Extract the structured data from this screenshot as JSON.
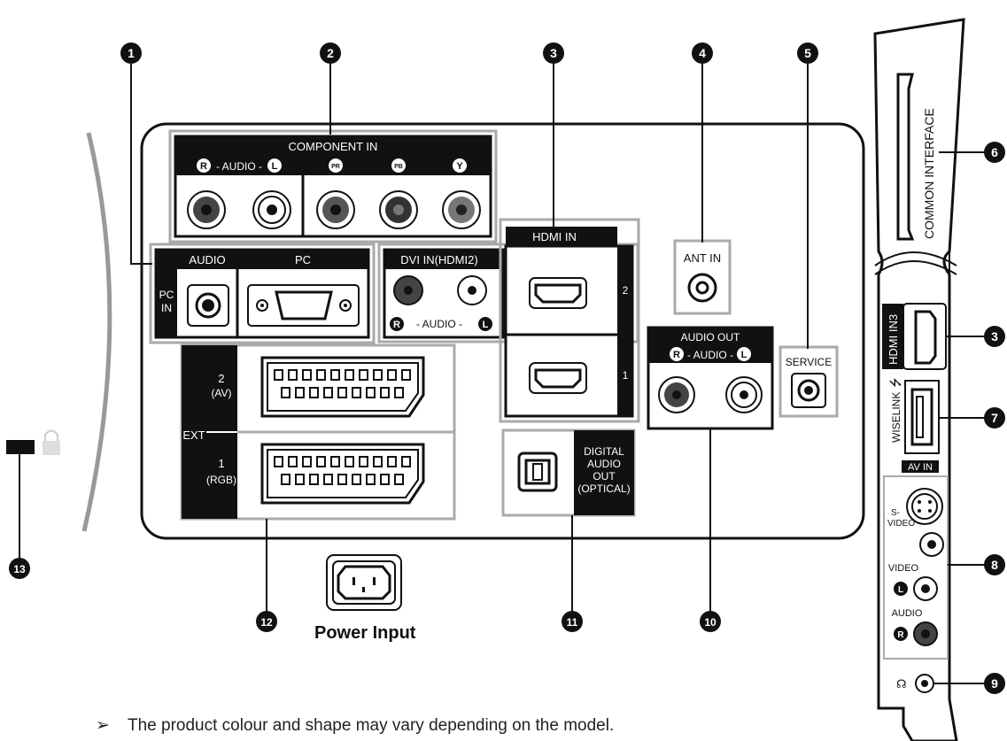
{
  "callouts": [
    "1",
    "2",
    "3",
    "4",
    "5",
    "6",
    "3",
    "7",
    "8",
    "9",
    "10",
    "11",
    "12",
    "13"
  ],
  "component_in": {
    "title": "COMPONENT IN",
    "audio_label": "- AUDIO -",
    "r": "R",
    "l": "L",
    "pr": "PR",
    "pb": "PB",
    "y": "Y"
  },
  "pc_in": {
    "side_label_1": "PC",
    "side_label_2": "IN",
    "audio": "AUDIO",
    "pc": "PC"
  },
  "dvi_in": {
    "title": "DVI IN(HDMI2)",
    "audio_label": "- AUDIO -",
    "r": "R",
    "l": "L"
  },
  "hdmi_in": {
    "title": "HDMI IN",
    "port_2": "2",
    "port_1": "1"
  },
  "ant_in": {
    "label": "ANT IN"
  },
  "service": {
    "label": "SERVICE"
  },
  "ext": {
    "label": "EXT",
    "slot_2": "2",
    "slot_2_sub": "(AV)",
    "slot_1": "1",
    "slot_1_sub": "(RGB)"
  },
  "audio_out": {
    "title": "AUDIO OUT",
    "audio_label": "- AUDIO -",
    "r": "R",
    "l": "L"
  },
  "digital_out": {
    "line1": "DIGITAL",
    "line2": "AUDIO",
    "line3": "OUT",
    "line4": "(OPTICAL)"
  },
  "power": {
    "caption": "Power Input"
  },
  "side_panel": {
    "common_interface": "COMMON INTERFACE",
    "hdmi_in3": "HDMI IN3",
    "wiselink": "WISELINK",
    "av_in": "AV IN",
    "svideo_1": "S-",
    "svideo_2": "VIDEO",
    "video": "VIDEO",
    "audio": "AUDIO",
    "l": "L",
    "r": "R"
  },
  "note": "The product colour and shape may vary depending on the model."
}
